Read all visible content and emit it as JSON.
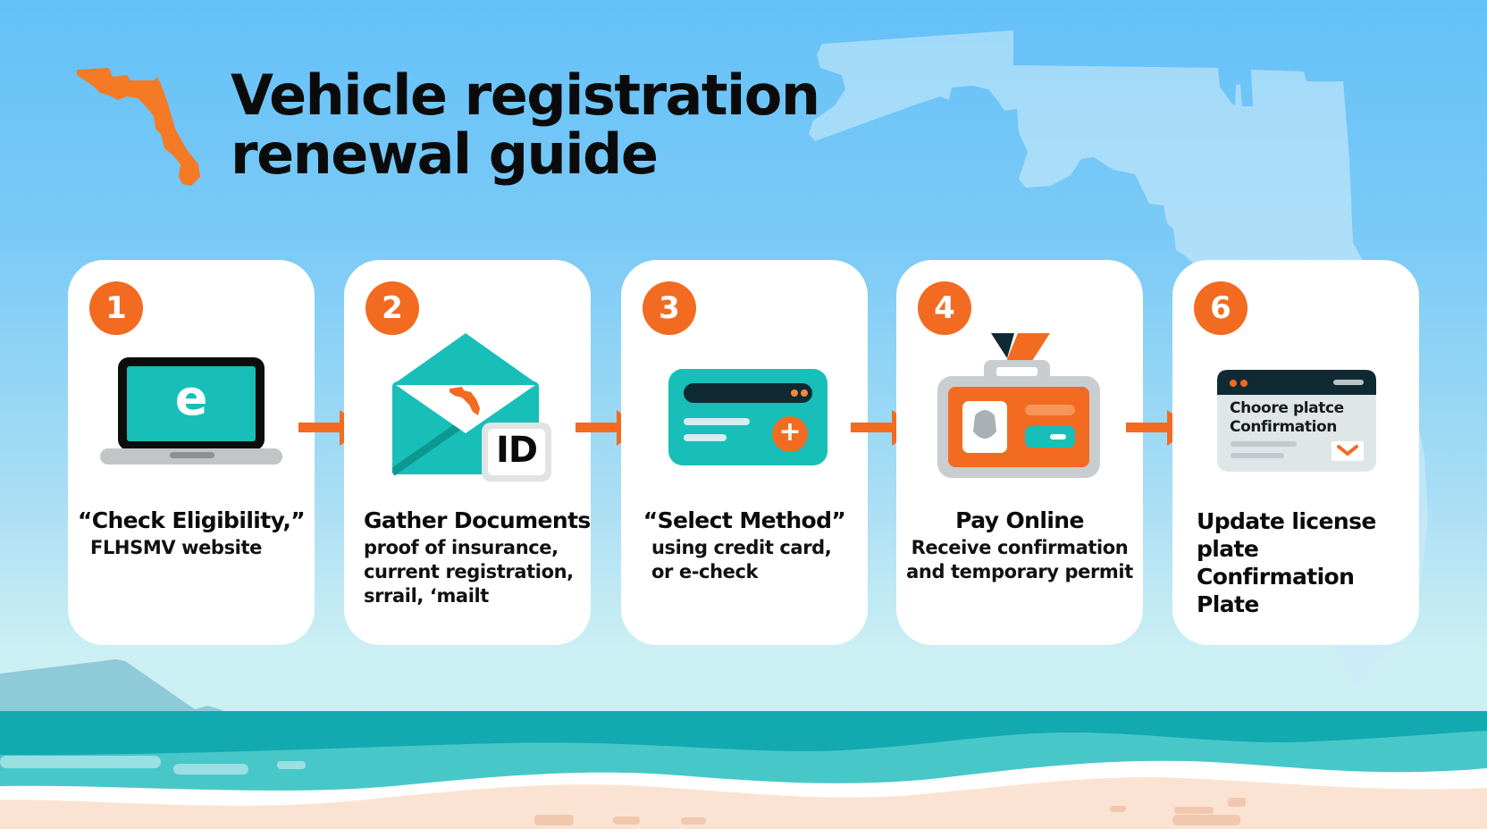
{
  "header": {
    "title_line1": "Vehicle registration",
    "title_line2": "renewal guide",
    "logo_icon": "florida-state-icon"
  },
  "colors": {
    "accent_orange": "#f26b21",
    "teal": "#17bfb8",
    "dark_navy": "#0f2a33",
    "sky_top": "#64c0f8",
    "sand": "#fbe3d3"
  },
  "steps": [
    {
      "number": "1",
      "title": "“Check Eligibility,”",
      "desc_lines": [
        "FLHSMV website"
      ],
      "icon": "laptop-icon",
      "icon_glyph": "e"
    },
    {
      "number": "2",
      "title": "Gather Documents",
      "desc_lines": [
        "proof of insurance,",
        "current registration,",
        "srrail, ‘mailt"
      ],
      "icon": "envelope-id-icon",
      "icon_glyph": "ID"
    },
    {
      "number": "3",
      "title": "“Select Method”",
      "desc_lines": [
        "using credit card,",
        "or e-check"
      ],
      "icon": "credit-card-icon",
      "icon_glyph": "+"
    },
    {
      "number": "4",
      "title": "Pay Online",
      "desc_lines": [
        "Receive confirmation",
        "and temporary permit"
      ],
      "icon": "id-badge-icon"
    },
    {
      "number": "6",
      "title_lines": [
        "Update license",
        "plate Confirmation",
        "Plate"
      ],
      "icon": "browser-window-icon",
      "window_text_lines": [
        "Choore platce",
        "Confirmation"
      ]
    }
  ],
  "connectors": [
    "arrow-right-icon",
    "arrow-right-icon",
    "arrow-right-icon",
    "arrow-right-icon"
  ]
}
